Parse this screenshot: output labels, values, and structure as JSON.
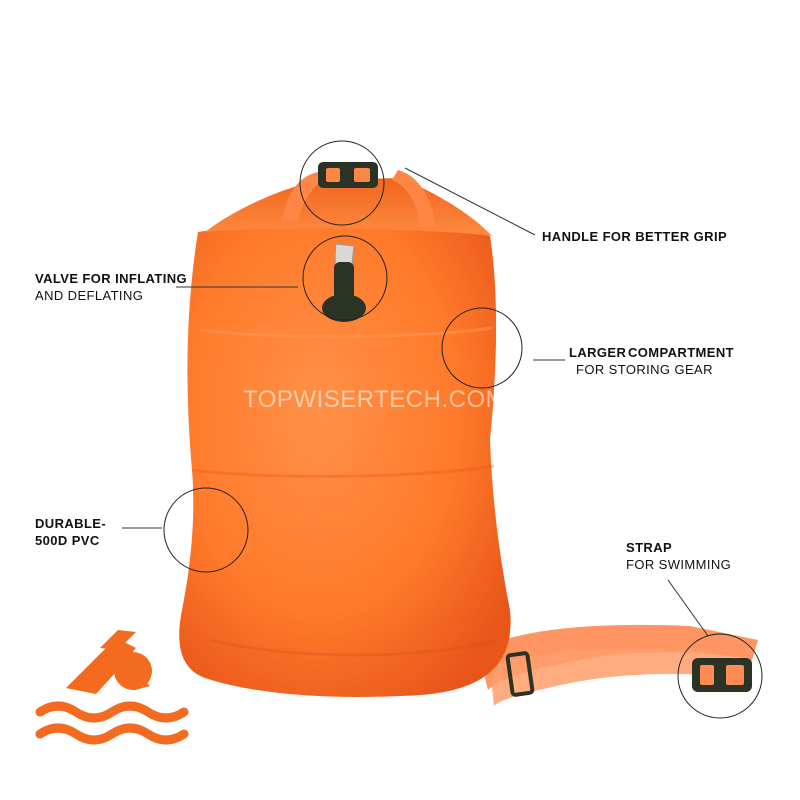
{
  "labels": {
    "handle": "HANDLE FOR BETTER GRIP",
    "valve_line1": "VALVE FOR INFLATING",
    "valve_line2": "AND DEFLATING",
    "compartment_line1_a": "LARGER",
    "compartment_line1_b": "COMPARTMENT",
    "compartment_line2": "FOR STORING GEAR",
    "durable_line1": "DURABLE-",
    "durable_line2": "500D PVC",
    "strap_line1": "STRAP",
    "strap_line2": "FOR SWIMMING"
  },
  "watermark": "TOPWISERTECH.COM",
  "icons": [
    "swimmer-icon",
    "water-waves-icon",
    "buckle-icon",
    "valve-icon",
    "adjuster-icon"
  ],
  "colors": {
    "bag_orange": "#ff7a2a",
    "bag_shadow": "#e8561a",
    "strap_orange": "#ff8a52",
    "icon_orange": "#f26b21",
    "buckle_dark": "#2a3326",
    "callout_line": "#333333"
  }
}
